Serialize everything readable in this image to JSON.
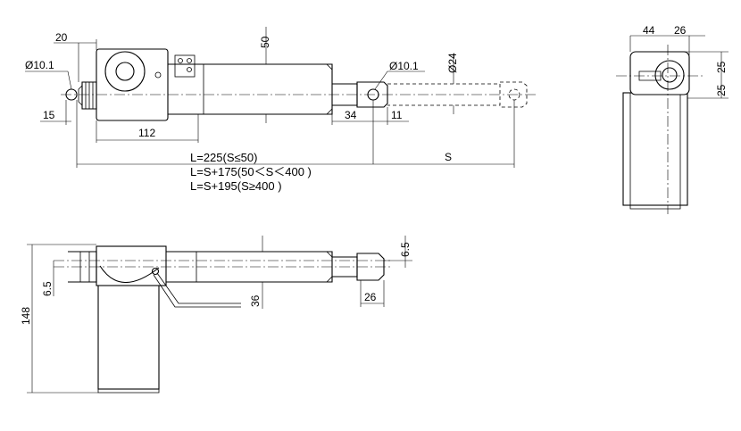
{
  "top_view": {
    "dim_20": "20",
    "dim_hole_left": "Ø10.1",
    "dim_15": "15",
    "dim_112": "112",
    "dim_50": "50",
    "dim_hole_right": "Ø10.1",
    "dim_24": "Ø24",
    "dim_34": "34",
    "dim_11": "11",
    "dim_S": "S",
    "formula_1": "L=225(S≤50)",
    "formula_2": "L=S+175(50＜S＜400 )",
    "formula_3": "L=S+195(S≥400 )"
  },
  "end_view": {
    "dim_44": "44",
    "dim_26": "26",
    "dim_25_top": "25",
    "dim_25_bottom": "25"
  },
  "side_view": {
    "dim_148": "148",
    "dim_6_5_left": "6.5",
    "dim_36": "36",
    "dim_6_5_right": "6.5",
    "dim_26": "26"
  }
}
